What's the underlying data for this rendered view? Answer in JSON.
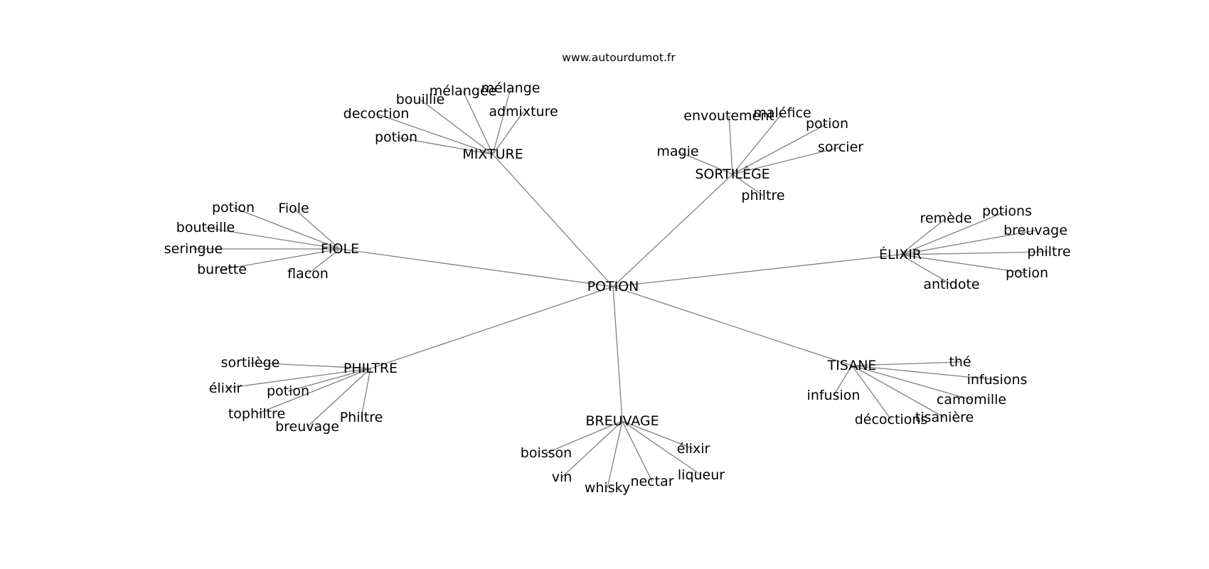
{
  "site": "www.autourdumot.fr",
  "center": {
    "id": "potion",
    "label": "POTION"
  },
  "colors": {
    "edge": "#808080",
    "text": "#000000",
    "background": "#ffffff"
  },
  "clusters": [
    {
      "id": "mixture",
      "label": "MIXTURE",
      "leaves": [
        {
          "id": "bouillie",
          "label": "bouillie"
        },
        {
          "id": "melangee",
          "label": "mélangée"
        },
        {
          "id": "melange",
          "label": "mélange"
        },
        {
          "id": "admixture",
          "label": "admixture"
        },
        {
          "id": "decoction",
          "label": "decoction"
        },
        {
          "id": "potion",
          "label": "potion"
        }
      ]
    },
    {
      "id": "sortilege",
      "label": "SORTILÈGE",
      "leaves": [
        {
          "id": "envoutement",
          "label": "envoutement"
        },
        {
          "id": "malefice",
          "label": "maléfice"
        },
        {
          "id": "potion",
          "label": "potion"
        },
        {
          "id": "sorcier",
          "label": "sorcier"
        },
        {
          "id": "magie",
          "label": "magie"
        },
        {
          "id": "philtre",
          "label": "philtre"
        }
      ]
    },
    {
      "id": "fiole",
      "label": "FIOLE",
      "leaves": [
        {
          "id": "potion",
          "label": "potion"
        },
        {
          "id": "fiole2",
          "label": "Fiole"
        },
        {
          "id": "bouteille",
          "label": "bouteille"
        },
        {
          "id": "seringue",
          "label": "seringue"
        },
        {
          "id": "burette",
          "label": "burette"
        },
        {
          "id": "flacon",
          "label": "flacon"
        }
      ]
    },
    {
      "id": "elixir",
      "label": "ÉLIXIR",
      "leaves": [
        {
          "id": "remede",
          "label": "remède"
        },
        {
          "id": "potions",
          "label": "potions"
        },
        {
          "id": "breuvage",
          "label": "breuvage"
        },
        {
          "id": "philtre",
          "label": "philtre"
        },
        {
          "id": "potion",
          "label": "potion"
        },
        {
          "id": "antidote",
          "label": "antidote"
        }
      ]
    },
    {
      "id": "philtre",
      "label": "PHILTRE",
      "leaves": [
        {
          "id": "sortilege",
          "label": "sortilège"
        },
        {
          "id": "elixir",
          "label": "élixir"
        },
        {
          "id": "potion",
          "label": "potion"
        },
        {
          "id": "tophiltre",
          "label": "tophiltre"
        },
        {
          "id": "breuvage",
          "label": "breuvage"
        },
        {
          "id": "philtre2",
          "label": "Philtre"
        }
      ]
    },
    {
      "id": "breuvage",
      "label": "BREUVAGE",
      "leaves": [
        {
          "id": "boisson",
          "label": "boisson"
        },
        {
          "id": "vin",
          "label": "vin"
        },
        {
          "id": "whisky",
          "label": "whisky"
        },
        {
          "id": "nectar",
          "label": "nectar"
        },
        {
          "id": "liqueur",
          "label": "liqueur"
        },
        {
          "id": "elixir",
          "label": "élixir"
        }
      ]
    },
    {
      "id": "tisane",
      "label": "TISANE",
      "leaves": [
        {
          "id": "the",
          "label": "thé"
        },
        {
          "id": "infusions",
          "label": "infusions"
        },
        {
          "id": "camomille",
          "label": "camomille"
        },
        {
          "id": "tisaniere",
          "label": "tisanière"
        },
        {
          "id": "decoctions",
          "label": "décoctions"
        },
        {
          "id": "infusion",
          "label": "infusion"
        }
      ]
    }
  ]
}
